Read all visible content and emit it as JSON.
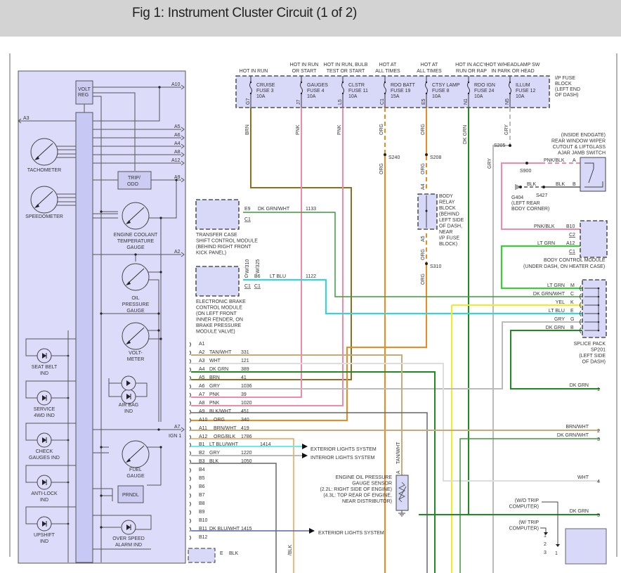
{
  "title": "Fig 1: Instrument Cluster Circuit (1 of 2)",
  "fuse_block": {
    "name": "I/P FUSE BLOCK (LEFT END OF DASH)",
    "name_lines": [
      "I/P FUSE",
      "BLOCK",
      "(LEFT END",
      "OF DASH)"
    ],
    "fuses": [
      {
        "hot": [
          "",
          "HOT IN RUN"
        ],
        "name": "CRUISE",
        "fuse": "FUSE 3",
        "amp": "10A",
        "pin": "G7",
        "wire": "BRN"
      },
      {
        "hot": [
          "HOT IN RUN",
          "OR START"
        ],
        "name": "GAUGES",
        "fuse": "FUSE 4",
        "amp": "10A",
        "pin": "J7",
        "wire": "PNK"
      },
      {
        "hot": [
          "HOT IN RUN, BULB",
          "TEST OR START"
        ],
        "name": "CLSTR",
        "fuse": "FUSE 11",
        "amp": "10A",
        "pin": "L5",
        "wire": "PNK"
      },
      {
        "hot": [
          "HOT AT",
          "ALL TIMES"
        ],
        "name": "RDO BATT",
        "fuse": "FUSE 19",
        "amp": "15A",
        "pin": "C1",
        "wire": "ORG"
      },
      {
        "hot": [
          "HOT AT",
          "ALL TIMES"
        ],
        "name": "CTSY LAMP",
        "fuse": "FUSE 8",
        "amp": "10A",
        "pin": "E5",
        "wire": "ORG"
      },
      {
        "hot": [
          "HOT IN ACCY,",
          "RUN OR RAP"
        ],
        "name": "RDO IGN",
        "fuse": "FUSE 24",
        "amp": "10A",
        "pin": "N1",
        "wire": "DK GRN"
      },
      {
        "hot": [
          "HOT W/HEADLAMP SW",
          "IN PARK OR HEAD"
        ],
        "name": "ILLUM",
        "fuse": "FUSE 12",
        "amp": "10A",
        "pin": "N5",
        "wire": "GRY"
      }
    ]
  },
  "cluster": {
    "volt_reg": [
      "VOLT",
      "REG"
    ],
    "trip_odo": [
      "TRIP/",
      "ODO"
    ],
    "prndl": "PRNDL",
    "gauges": [
      {
        "id": "tachometer",
        "label": [
          "TACHOMETER"
        ]
      },
      {
        "id": "speedometer",
        "label": [
          "SPEEDOMETER"
        ]
      },
      {
        "id": "coolant",
        "label": [
          "ENGINE COOLANT",
          "TEMPERATURE",
          "GAUGE"
        ]
      },
      {
        "id": "oil",
        "label": [
          "OIL",
          "PRESSURE",
          "GAUGE"
        ]
      },
      {
        "id": "volt",
        "label": [
          "VOLT-",
          "METER"
        ]
      },
      {
        "id": "fuel",
        "label": [
          "FUEL",
          "GAUGE"
        ]
      }
    ],
    "indicators": [
      {
        "id": "seat-belt",
        "label": [
          "SEAT BELT",
          "IND"
        ]
      },
      {
        "id": "service-4wd",
        "label": [
          "SERVICE",
          "4WD IND"
        ]
      },
      {
        "id": "check-gauges",
        "label": [
          "CHECK",
          "GAUGES IND"
        ]
      },
      {
        "id": "anti-lock",
        "label": [
          "ANTI-LOCK",
          "IND"
        ]
      },
      {
        "id": "upshift",
        "label": [
          "UPSHIFT",
          "IND"
        ]
      },
      {
        "id": "air-bag",
        "label": [
          "AIR BAG",
          "IND"
        ]
      },
      {
        "id": "over-speed",
        "label": [
          "OVER SPEED",
          "ALARM IND"
        ]
      }
    ],
    "pin_labels": {
      "a10": "A10",
      "a3": "A3",
      "a5": "A5",
      "a6": "A6",
      "a4": "A4",
      "a8": "A8",
      "a12": "A12",
      "a9": "A9",
      "a2": "A2",
      "a7": "A7",
      "ign1": "IGN 1"
    }
  },
  "connector_pins": [
    {
      "pin": "A1",
      "color": "",
      "circuit": ""
    },
    {
      "pin": "A2",
      "color": "TAN/WHT",
      "circuit": "331"
    },
    {
      "pin": "A3",
      "color": "WHT",
      "circuit": "121"
    },
    {
      "pin": "A4",
      "color": "DK GRN",
      "circuit": "389"
    },
    {
      "pin": "A5",
      "color": "BRN",
      "circuit": "41"
    },
    {
      "pin": "A6",
      "color": "GRY",
      "circuit": "1036"
    },
    {
      "pin": "A7",
      "color": "PNK",
      "circuit": "39"
    },
    {
      "pin": "A8",
      "color": "PNK",
      "circuit": "1020"
    },
    {
      "pin": "A9",
      "color": "BLK/WHT",
      "circuit": "451"
    },
    {
      "pin": "A10",
      "color": "ORG",
      "circuit": "340"
    },
    {
      "pin": "A11",
      "color": "BRN/WHT",
      "circuit": "419"
    },
    {
      "pin": "A12",
      "color": "ORG/BLK",
      "circuit": "1786"
    },
    {
      "pin": "B1",
      "color": "LT BLU/WHT",
      "circuit": "1414"
    },
    {
      "pin": "B2",
      "color": "GRY",
      "circuit": "1220"
    },
    {
      "pin": "B3",
      "color": "BLK",
      "circuit": "1050"
    },
    {
      "pin": "B4",
      "color": "",
      "circuit": ""
    },
    {
      "pin": "B5",
      "color": "",
      "circuit": ""
    },
    {
      "pin": "B6",
      "color": "",
      "circuit": ""
    },
    {
      "pin": "B7",
      "color": "",
      "circuit": ""
    },
    {
      "pin": "B8",
      "color": "",
      "circuit": ""
    },
    {
      "pin": "B9",
      "color": "",
      "circuit": ""
    },
    {
      "pin": "B10",
      "color": "",
      "circuit": ""
    },
    {
      "pin": "B11",
      "color": "DK BLU/WHT",
      "circuit": "1415"
    },
    {
      "pin": "B12",
      "color": "",
      "circuit": ""
    }
  ],
  "bottom_connector": {
    "pin": "E",
    "color": "BLK",
    "vertical_label": "/BLK"
  },
  "system_arrows": {
    "b1": "EXTERIOR LIGHTS SYSTEM",
    "b2": "INTERIOR LIGHTS SYSTEM",
    "b11": "EXTERIOR LIGHTS SYSTEM"
  },
  "transfer_case": {
    "pin": "E9",
    "conn": "C1",
    "color": "DK GRN/WHT",
    "circuit": "1133",
    "label": [
      "TRANSFER CASE",
      "SHIFT CONTROL MODULE",
      "(BEHIND RIGHT FRONT",
      "KICK PANEL)"
    ]
  },
  "ebcm": {
    "pin_g": "G",
    "pin_b6": "B6",
    "conn1": "C1",
    "conn2": "C1",
    "v1": "W/310",
    "v2": "W/325",
    "color": "LT BLU",
    "circuit": "1122",
    "label": [
      "ELECTRONIC BRAKE",
      "CONTROL MODULE",
      "(ON LEFT FRONT",
      "INNER FENDER, ON",
      "BRAKE PRESSURE",
      "MODULE VALVE)"
    ]
  },
  "splices": {
    "s240": "S240",
    "s208": "S208",
    "s310": "S310",
    "s205": "S205",
    "s900": "S900",
    "s427": "S427",
    "g404": "G404"
  },
  "body_relay_block": {
    "pin_top": "A4",
    "pin_bottom": "A5",
    "label": [
      "BODY",
      "RELAY",
      "BLOCK",
      "(BEHIND",
      "LEFT SIDE",
      "OF DASH,",
      "NEAR",
      "I/P FUSE",
      "BLOCK)"
    ]
  },
  "wiper_switch": {
    "label": [
      "(INSIDE ENDGATE)",
      "REAR WINDOW WIPER",
      "CUTOUT & LIFTGLASS",
      "AJAR JAMB SWITCH"
    ],
    "pin_a": "A",
    "pin_b": "B",
    "wire_a": "PNK/BLK",
    "wire_b1": "BLK",
    "wire_b2": "BLK",
    "ground_label": [
      "G404",
      "(LEFT REAR",
      "BODY CORNER)"
    ]
  },
  "bcm": {
    "label": [
      "BODY CONTROL MODULE",
      "(UNDER DASH, ON HEATER CASE)"
    ],
    "pins": [
      {
        "pin": "B10",
        "conn": "C2",
        "color": "PNK/BLK"
      },
      {
        "pin": "A12",
        "conn": "C1",
        "color": "LT GRN"
      }
    ]
  },
  "splice_pack": {
    "label": [
      "SPLICE PACK",
      "SP201",
      "(LEFT SIDE",
      "OF DASH)"
    ],
    "pins": [
      {
        "pin": "M",
        "color": "LT GRN"
      },
      {
        "pin": "C",
        "color": "DK GRN/WHT"
      },
      {
        "pin": "K",
        "color": "YEL"
      },
      {
        "pin": "E",
        "color": "LT BLU"
      },
      {
        "pin": "G",
        "color": "GRY"
      },
      {
        "pin": "B",
        "color": "DK GRN"
      }
    ]
  },
  "oil_sensor": {
    "pin": "A",
    "wire": "TAN/WHT",
    "label": [
      "ENGINE OIL PRESSURE",
      "GAUGE SENSOR",
      "(2.2L: RIGHT SIDE OF ENGINE)",
      "(4.3L: TOP REAR OF ENGINE,",
      "NEAR DISTRIBUTOR)"
    ]
  },
  "vertical_wire_labels": {
    "org1": "ORG",
    "org2": "ORG",
    "org3": "ORG",
    "org4": "ORG",
    "org5": "ORG",
    "gry1": "GRY",
    "gry2": "GRY",
    "dkgrn": "DK GRN",
    "brn": "BRN",
    "pnk1": "PNK",
    "pnk2": "PNK"
  },
  "right_outputs": [
    {
      "num": "1",
      "color": "DK GRN"
    },
    {
      "num": "2",
      "color": "BRN/WHT"
    },
    {
      "num": "3",
      "color": "DK GRN/WHT"
    },
    {
      "num": "4",
      "color": "WHT"
    },
    {
      "num": "5",
      "color": "DK GRN"
    }
  ],
  "trip_options": {
    "without": [
      "(W/O TRIP",
      "COMPUTER)"
    ],
    "with": [
      "(W/ TRIP",
      "COMPUTER)"
    ],
    "pins": [
      "1",
      "2",
      "3"
    ],
    "pin_right": "1"
  },
  "colors": {
    "module_fill": "#d8d8f8",
    "cluster_fill": "#dcdcfa",
    "wire_brn": "#8b7020",
    "wire_pnk": "#f08aa8",
    "wire_org": "#f08a1e",
    "wire_dkgrn": "#1e8c1e",
    "wire_ltgrn": "#22dd22",
    "wire_gry": "#bbbbbb",
    "wire_ltblu": "#22dddd",
    "wire_yel": "#eeee22",
    "wire_tan": "#c8aa78",
    "wire_wht": "#dddddd",
    "wire_blk": "#555555"
  }
}
